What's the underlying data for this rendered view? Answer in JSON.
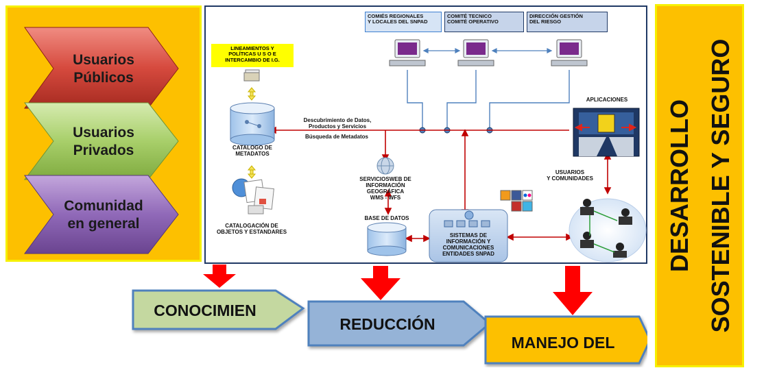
{
  "left_panel": {
    "users": [
      {
        "label": "Usuarios\nPúblicos",
        "color": "#c0392b"
      },
      {
        "label": "Usuarios\nPrivados",
        "color": "#92c24d"
      },
      {
        "label": "Comunidad\nen general",
        "color": "#7e57a6"
      }
    ]
  },
  "right_panel": {
    "line1": "DESARROLLO",
    "line2": "SOSTENIBLE Y SEGURO"
  },
  "diagram": {
    "header_boxes": [
      "COMIÉS REGIONALES\nY LOCALES DEL SNPAD",
      "COMITÉ TECNICO\nCOMITÉ  OPERATIVO",
      "DIRECCIÓN GESTIÓN\nDEL RIESGO"
    ],
    "policy_label": "LINEAMIENTOS Y\nPOLÍTICAS U S O E\nINTERCAMBIO DE I.G.",
    "catalog_label": "CATALOGO DE\nMETADATOS",
    "catalogacion_label": "CATALOGACIÓN DE\nOBJETOS Y ESTANDARES",
    "discovery_label": "Descubrimiento de Datos,\nProductos y Servicios",
    "search_label": "Búsqueda de Metadatos",
    "web_services_label": "SERVICIOSWEB DE\nINFORMACIÓN\nGEOGRÁFICA\nWMS - WFS",
    "database_label": "BASE DE DATOS",
    "systems_label": "SISTEMAS DE\nINFORMACIÓN Y\nCOMUNICACIONES\nENTIDADES SNPAD",
    "applications_label": "APLICACIONES",
    "users_communities_label": "USUARIOS\nY COMUNIDADES"
  },
  "bottom_arrows": [
    {
      "label": "CONOCIMIEN",
      "color": "#c4d8a0"
    },
    {
      "label": "REDUCCIÓN",
      "color": "#95b3d7"
    },
    {
      "label": "MANEJO DEL",
      "color": "#fdc000"
    }
  ],
  "colors": {
    "panel_yellow": "#fdc000",
    "border_yellow": "#f6f000",
    "flow_red": "#c00000",
    "arrow_red": "#ff0000",
    "link_blue": "#4f81bd"
  }
}
